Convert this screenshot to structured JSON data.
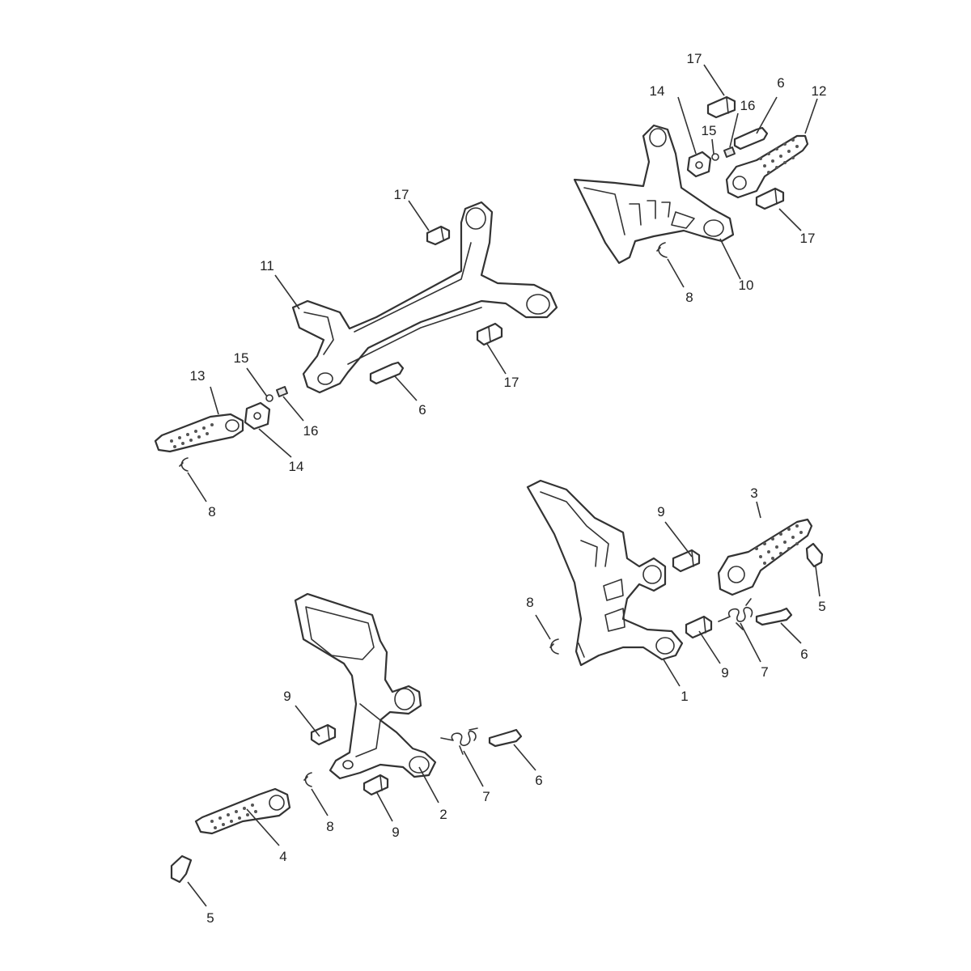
{
  "colors": {
    "line": "#333333",
    "background": "#ffffff",
    "text": "#222222"
  },
  "callouts": {
    "c1": "1",
    "c2": "2",
    "c3": "3",
    "c4": "4",
    "c5": "5",
    "c6": "6",
    "c7": "7",
    "c8": "8",
    "c9": "9",
    "c10": "10",
    "c11": "11",
    "c12": "12",
    "c13": "13",
    "c14": "14",
    "c15": "15",
    "c16": "16",
    "c17": "17"
  }
}
